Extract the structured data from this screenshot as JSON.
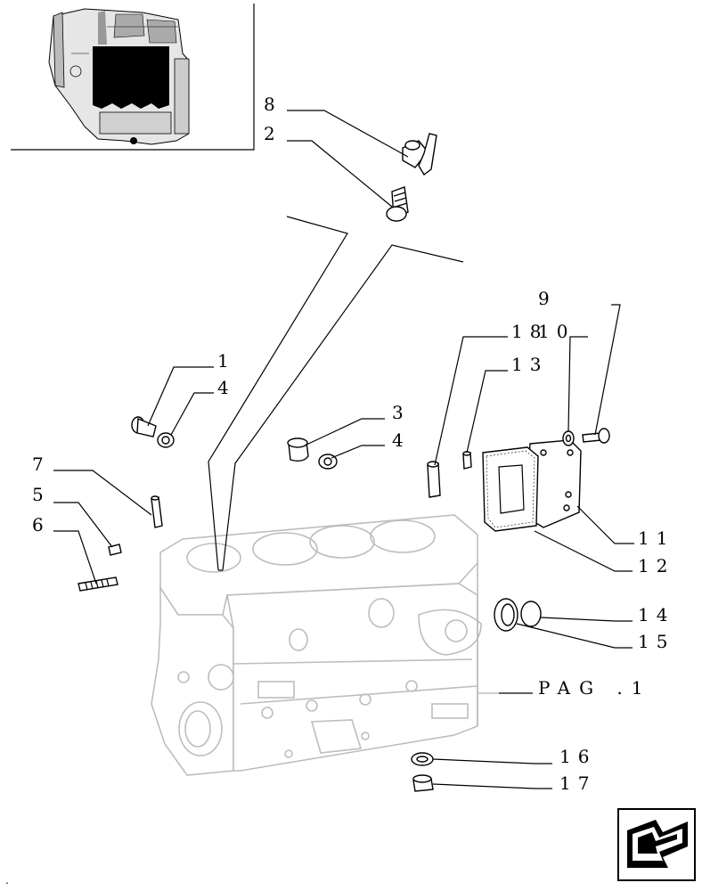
{
  "callouts": {
    "c1": "1",
    "c2": "2",
    "c3": "3",
    "c4a": "4",
    "c4b": "4",
    "c5": "5",
    "c6": "6",
    "c7": "7",
    "c8": "8",
    "c9": "9",
    "c10": "10",
    "c11": "11",
    "c12": "12",
    "c13": "13",
    "c14": "14",
    "c15": "15",
    "c16": "16",
    "c17": "17",
    "c18": "18"
  },
  "page_reference": "PAG .1",
  "corner_mark": ".",
  "icons": [
    "engine-thumbnail-icon",
    "navigation-arrow-icon"
  ]
}
